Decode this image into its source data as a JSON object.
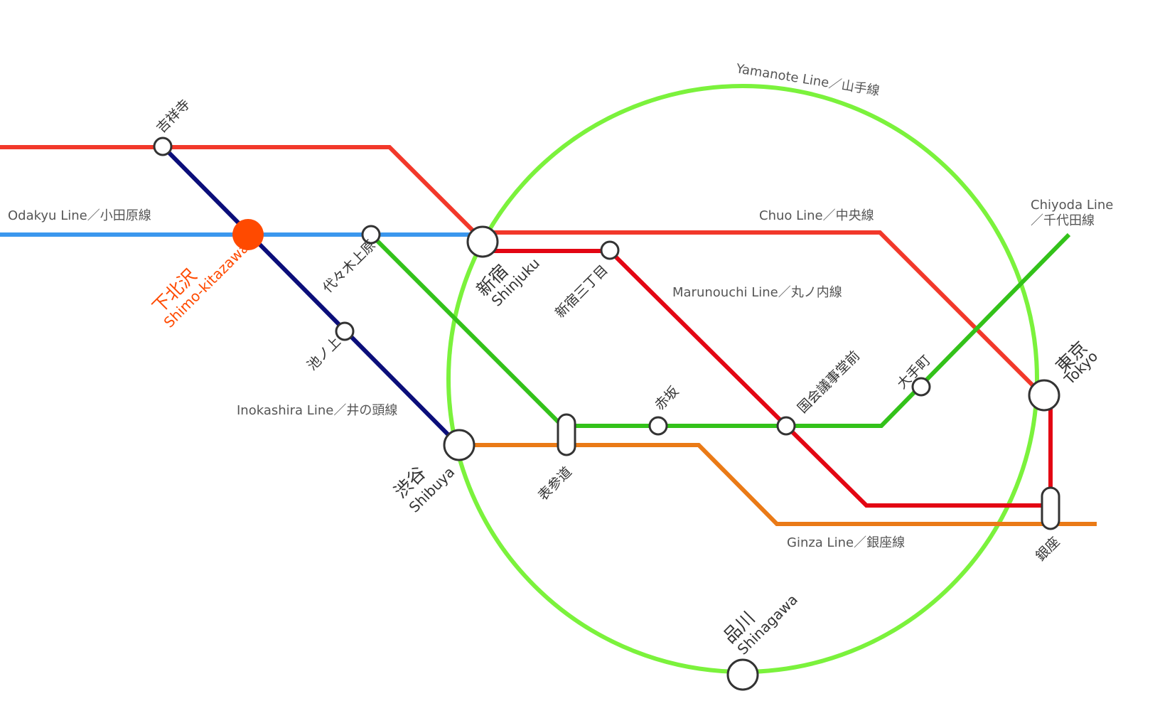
{
  "lines": {
    "yamanote": {
      "label": "Yamanote Line／山手線",
      "color": "#7bf23c"
    },
    "chuo": {
      "label": "Chuo Line／中央線",
      "color": "#f2382a"
    },
    "odakyu": {
      "label": "Odakyu Line／小田原線",
      "color": "#3b97ee"
    },
    "inokashira": {
      "label": "Inokashira Line／井の頭線",
      "color": "#0b0e7a"
    },
    "chiyoda": {
      "label1": "Chiyoda Line",
      "label2": "／千代田線",
      "color": "#33c21a"
    },
    "marunouchi": {
      "label": "Marunouchi Line／丸ノ内線",
      "color": "#e30613"
    },
    "ginza": {
      "label": "Ginza Line／銀座線",
      "color": "#ea7a16"
    }
  },
  "stations": {
    "kichijoji": {
      "jp": "吉祥寺"
    },
    "shimokitazawa": {
      "jp": "下北沢",
      "en": "Shimo-kitazawa",
      "highlight_color": "#ff4a00"
    },
    "yoyogiuehara": {
      "jp": "代々木上原"
    },
    "ikenoue": {
      "jp": "池ノ上"
    },
    "shibuya": {
      "jp": "渋谷",
      "en": "Shibuya"
    },
    "shinjuku": {
      "jp": "新宿",
      "en": "Shinjuku"
    },
    "shinjuku_sanchome": {
      "jp": "新宿三丁目"
    },
    "omotesando": {
      "jp": "表参道"
    },
    "akasaka": {
      "jp": "赤坂"
    },
    "kokkaigijidomae": {
      "jp": "国会議事堂前"
    },
    "otemachi": {
      "jp": "大手町"
    },
    "tokyo": {
      "jp": "東京",
      "en": "Tokyo"
    },
    "ginza": {
      "jp": "銀座"
    },
    "shinagawa": {
      "jp": "品川",
      "en": "Shinagawa"
    }
  }
}
